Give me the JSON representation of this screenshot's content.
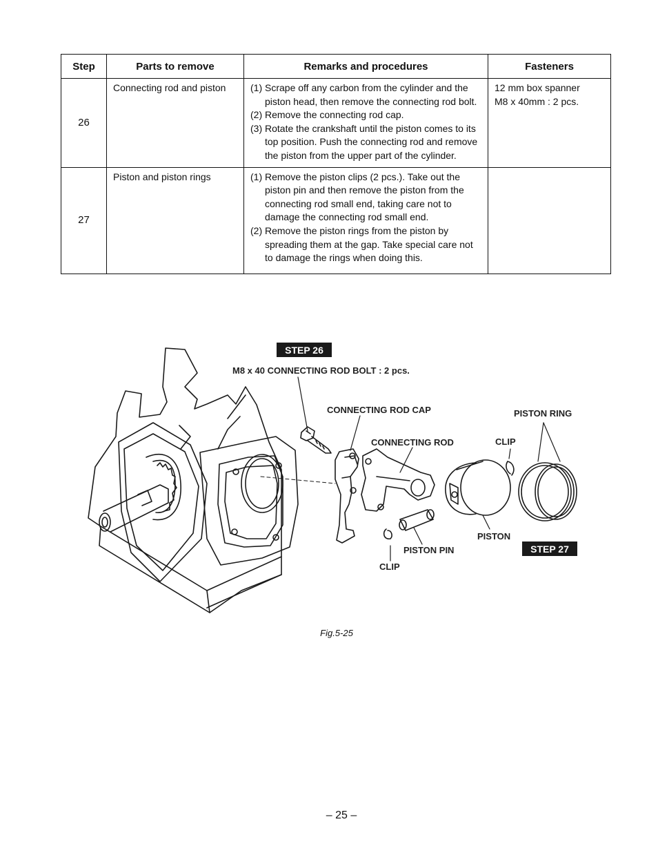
{
  "table": {
    "headers": {
      "step": "Step",
      "parts": "Parts to remove",
      "remarks": "Remarks and procedures",
      "fasteners": "Fasteners"
    },
    "rows": [
      {
        "step": "26",
        "parts": "Connecting rod and piston",
        "remarks": [
          {
            "num": "(1)",
            "text": "Scrape off any carbon from the cylinder and the piston head, then remove the connecting rod bolt."
          },
          {
            "num": "(2)",
            "text": "Remove the connecting rod cap."
          },
          {
            "num": "(3)",
            "text": "Rotate the crankshaft until the piston comes to its top position. Push the connecting rod and remove the piston  from the upper part of the cylinder."
          }
        ],
        "fasteners": [
          "12 mm box spanner",
          "M8 x 40mm : 2 pcs."
        ]
      },
      {
        "step": "27",
        "parts": "Piston and piston rings",
        "remarks": [
          {
            "num": "(1)",
            "text": "Remove the piston clips (2 pcs.). Take out the piston pin and then remove the piston from the connecting rod small end,  taking care not to damage the connecting rod small end."
          },
          {
            "num": "(2)",
            "text": "Remove the piston rings from the piston by spreading them at the gap. Take special care not to damage the rings when doing this."
          }
        ],
        "fasteners": []
      }
    ]
  },
  "figure": {
    "step26_tag": "STEP 26",
    "step27_tag": "STEP 27",
    "labels": {
      "bolt": "M8 x 40 CONNECTING ROD BOLT : 2 pcs.",
      "rod_cap": "CONNECTING ROD CAP",
      "rod": "CONNECTING ROD",
      "piston_ring": "PISTON RING",
      "clip_top": "CLIP",
      "piston": "PISTON",
      "piston_pin": "PISTON PIN",
      "clip_bottom": "CLIP"
    },
    "caption": "Fig.5-25"
  },
  "page_number": "– 25 –"
}
